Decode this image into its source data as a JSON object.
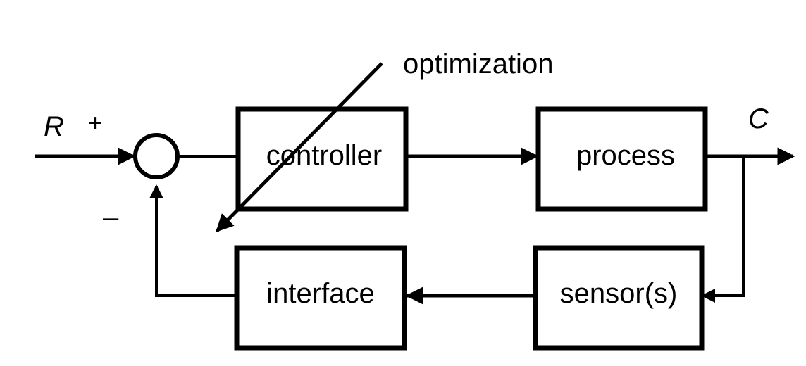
{
  "blocks": {
    "controller": "controller",
    "process": "process",
    "sensors": "sensor(s)",
    "interface": "interface"
  },
  "signals": {
    "reference": "R",
    "plus": "+",
    "minus": "–",
    "output": "C"
  },
  "annotation": "optimization",
  "colors": {
    "line": "#000000",
    "background": "#ffffff"
  }
}
